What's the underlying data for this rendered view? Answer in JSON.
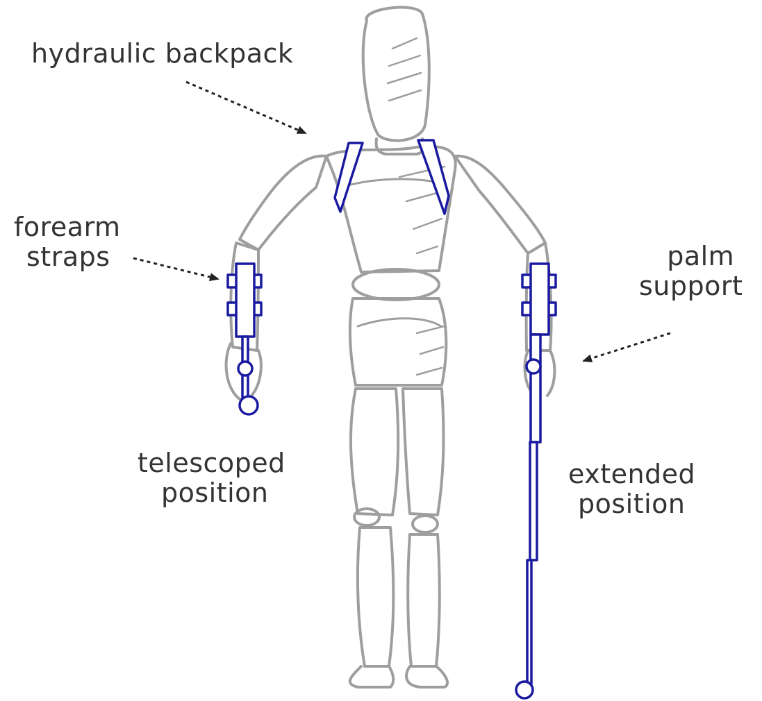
{
  "labels": {
    "hydraulic_backpack": "hydraulic backpack",
    "forearm_straps_line1": "forearm",
    "forearm_straps_line2": "straps",
    "palm_support_line1": "palm",
    "palm_support_line2": "support",
    "telescoped_line1": "telescoped",
    "telescoped_line2": "position",
    "extended_line1": "extended",
    "extended_line2": "position"
  },
  "colors": {
    "figure": "#9e9e9e",
    "device": "#1a1aa0",
    "arrow": "#222222",
    "text": "#333333"
  }
}
